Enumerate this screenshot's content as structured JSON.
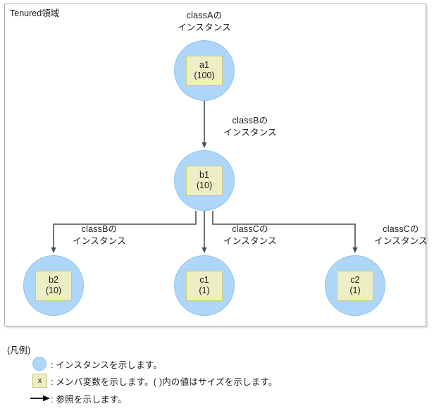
{
  "frame": {
    "title": "Tenured領域"
  },
  "nodes": [
    {
      "id": "a1",
      "name": "a1",
      "size": "(100)",
      "caption_line1": "classAの",
      "caption_line2": "インスタンス"
    },
    {
      "id": "b1",
      "name": "b1",
      "size": "(10)",
      "caption_line1": "classBの",
      "caption_line2": "インスタンス"
    },
    {
      "id": "b2",
      "name": "b2",
      "size": "(10)",
      "caption_line1": "classBの",
      "caption_line2": "インスタンス"
    },
    {
      "id": "c1",
      "name": "c1",
      "size": "(1)",
      "caption_line1": "classCの",
      "caption_line2": "インスタンス"
    },
    {
      "id": "c2",
      "name": "c2",
      "size": "(1)",
      "caption_line1": "classCの",
      "caption_line2": "インスタンス"
    }
  ],
  "legend": {
    "title": "(凡例)",
    "items": [
      {
        "icon": "instance-circle-icon",
        "text": ": インスタンスを示します。"
      },
      {
        "icon": "member-variable-box-icon",
        "icon_label": "x",
        "text": ": メンバ変数を示します。( )内の値はサイズを示します。"
      },
      {
        "icon": "reference-arrow-icon",
        "text": ": 参照を示します。"
      }
    ]
  },
  "colors": {
    "instance_fill": "#aed6f9",
    "instance_stroke": "#8fc4ef",
    "member_fill": "#eceec3",
    "member_stroke": "#c9c97e",
    "connector": "#4d4d4d",
    "frame_border": "#b0b0b0"
  }
}
